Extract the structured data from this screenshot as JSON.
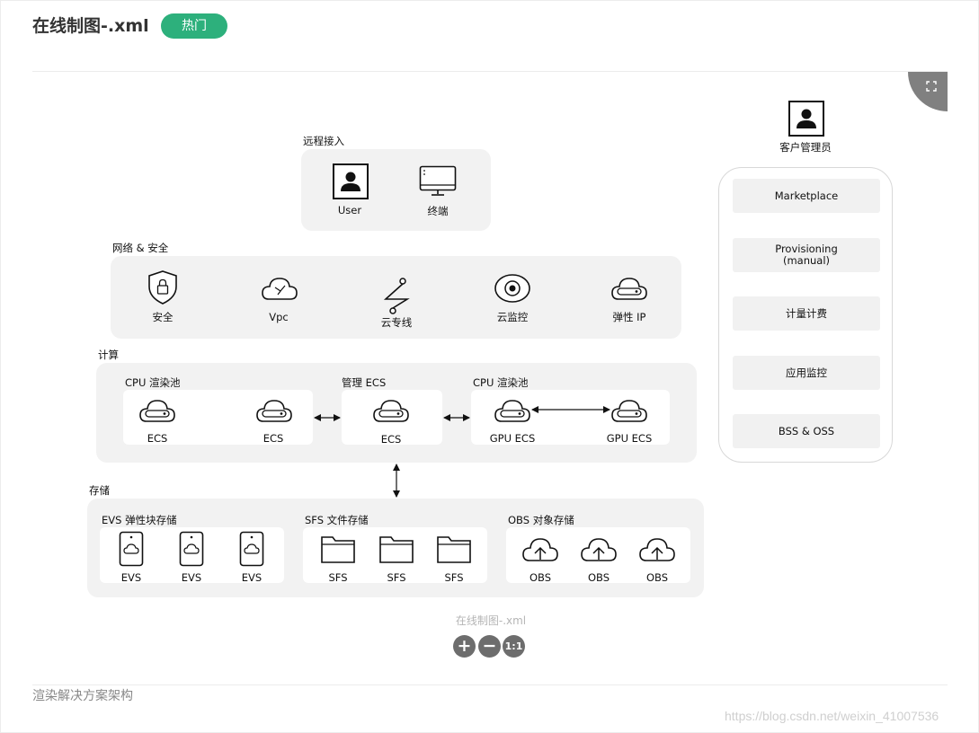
{
  "header": {
    "title": "在线制图-.xml",
    "badge": "热门"
  },
  "footer": {
    "title": "渲染解决方案架构"
  },
  "watermark": "https://blog.csdn.net/weixin_41007536",
  "diagram": {
    "remote_access": {
      "label": "远程接入",
      "items": [
        {
          "label": "User",
          "icon": "user-icon"
        },
        {
          "label": "终端",
          "icon": "monitor-icon"
        }
      ]
    },
    "network": {
      "label": "网络 & 安全",
      "items": [
        {
          "label": "安全",
          "icon": "shield-icon"
        },
        {
          "label": "Vpc",
          "icon": "cloud-icon"
        },
        {
          "label": "云专线",
          "icon": "dedicated-line-icon"
        },
        {
          "label": "云监控",
          "icon": "eye-icon"
        },
        {
          "label": "弹性 IP",
          "icon": "elastic-ip-icon"
        }
      ]
    },
    "compute": {
      "label": "计算",
      "groups": [
        {
          "label": "CPU 渲染池",
          "items": [
            "ECS",
            "ECS"
          ]
        },
        {
          "label": "管理 ECS",
          "items": [
            "ECS"
          ]
        },
        {
          "label": "CPU 渲染池",
          "items": [
            "GPU ECS",
            "GPU ECS"
          ]
        }
      ]
    },
    "storage": {
      "label": "存储",
      "groups": [
        {
          "label": "EVS 弹性块存储",
          "items": [
            "EVS",
            "EVS",
            "EVS"
          ]
        },
        {
          "label": "SFS 文件存储",
          "items": [
            "SFS",
            "SFS",
            "SFS"
          ]
        },
        {
          "label": "OBS 对象存储",
          "items": [
            "OBS",
            "OBS",
            "OBS"
          ]
        }
      ]
    },
    "manager": {
      "label": "客户管理员",
      "icon": "user-icon",
      "items": [
        "Marketplace",
        "Provisioning\n(manual)",
        "计量计费",
        "应用监控",
        "BSS & OSS"
      ]
    },
    "caption": "在线制图-.xml"
  },
  "zoom": {
    "in_label": "+",
    "out_label": "−",
    "reset_label": "1:1"
  }
}
